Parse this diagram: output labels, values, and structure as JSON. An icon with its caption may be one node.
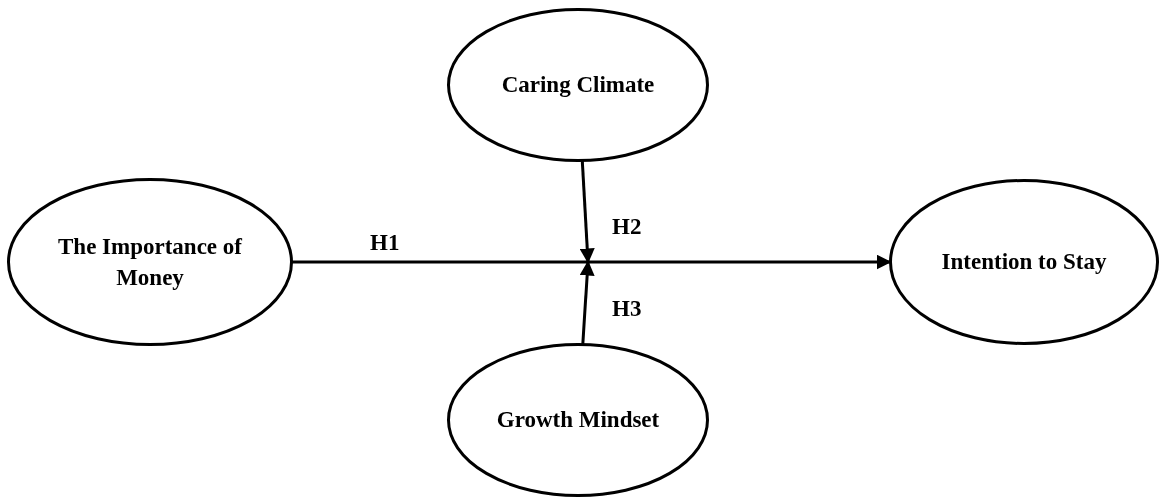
{
  "diagram": {
    "nodes": [
      {
        "text": [
          "Caring Climate"
        ]
      },
      {
        "text": [
          "The Importance of Money"
        ]
      },
      {
        "text": [
          "Intention to Stay"
        ]
      },
      {
        "text": [
          "Growth Mindset"
        ]
      }
    ],
    "edges": [
      {
        "from": 1,
        "to": 2,
        "arrow": "to",
        "label": "H1"
      },
      {
        "from": 0,
        "to": null,
        "arrow": "to",
        "label": "H2"
      },
      {
        "from": 3,
        "to": null,
        "arrow": "to",
        "label": "H3"
      }
    ]
  }
}
